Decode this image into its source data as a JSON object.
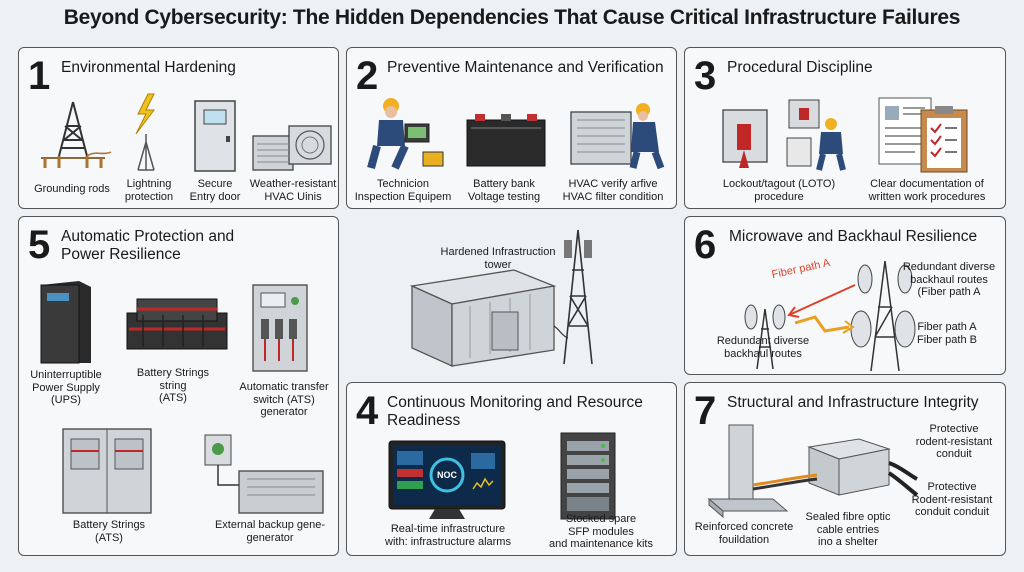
{
  "title": "Beyond Cybersecurity: The Hidden Dependencies That Cause Critical Infrastructure Failures",
  "panels": {
    "p1": {
      "number": "1",
      "title": "Environmental Hardening",
      "items": [
        "Grounding rods",
        "Lightning\nprotection",
        "Secure\nEntry door",
        "Weather-resistant\nHVAC Uinis"
      ]
    },
    "p2": {
      "number": "2",
      "title": "Preventive Maintenance and Verification",
      "items": [
        "Technicion\nInspection Equipem",
        "Battery bank\nVoltage testing",
        "HVAC verify arfive\nHVAC filter condition"
      ]
    },
    "p3": {
      "number": "3",
      "title": "Procedural Discipline",
      "items": [
        "Lockout/tagout (LOTO)\nprocedure",
        "Clear documentation of\nwritten work procedures"
      ]
    },
    "p5": {
      "number": "5",
      "title": "Automatic Protection and\nPower Resilience",
      "items": [
        "Uninterruptible\nPower Supply\n(UPS)",
        "Battery Strings\nstring\n(ATS)",
        "Automatic transfer\nswitch (ATS)\ngenerator",
        "Battery Strings\n(ATS)",
        "External backup gene-\ngenerator"
      ]
    },
    "center": {
      "label": "Hardened Infrastruction\ntower"
    },
    "p6": {
      "number": "6",
      "title": "Microwave and Backhaul Resilience",
      "items": [
        "Fiber path A",
        "Redundant diverse\nbackhaul routes\n(Fiber path A",
        "Redundant diverse\nbackhaul routes",
        "Fiber path A\nFiber path B"
      ]
    },
    "p4": {
      "number": "4",
      "title": "Continuous Monitoring and Resource\nReadiness",
      "screen_label": "NOC",
      "items": [
        "Real-time infrastructure\nwith: infrastructure alarms",
        "Stocked spare\nSFP modules\nand maintenance kits"
      ]
    },
    "p7": {
      "number": "7",
      "title": "Structural and Infrastructure Integrity",
      "items": [
        "Protective\nrodent-resistant\nconduit",
        "Protective\nRodent-resistant\nconduit conduit",
        "Reinforced concrete\nfouildation",
        "Sealed fibre optic\ncable entries\nino a shelter"
      ]
    }
  }
}
